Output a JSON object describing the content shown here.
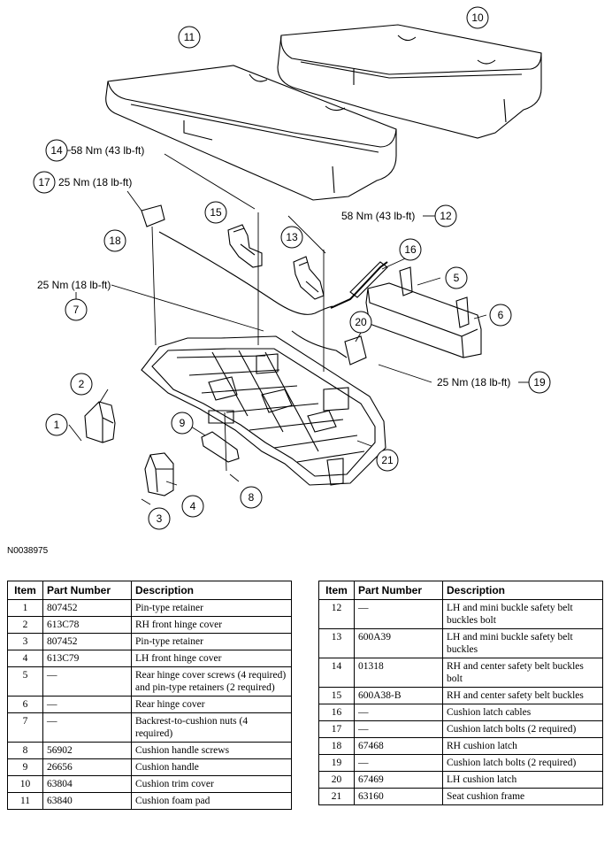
{
  "figure_id": "N0038975",
  "callouts": [
    "1",
    "2",
    "3",
    "4",
    "5",
    "6",
    "7",
    "8",
    "9",
    "10",
    "11",
    "12",
    "13",
    "14",
    "15",
    "16",
    "17",
    "18",
    "19",
    "20",
    "21"
  ],
  "torque_labels": {
    "c14": "58 Nm (43 lb-ft)",
    "c17": "25 Nm (18 lb-ft)",
    "c12": "58 Nm (43 lb-ft)",
    "c7": "25 Nm (18 lb-ft)",
    "c19": "25 Nm (18 lb-ft)"
  },
  "table_headers": {
    "item": "Item",
    "part_number": "Part Number",
    "description": "Description"
  },
  "table_left": [
    {
      "item": "1",
      "part": "807452",
      "desc": "Pin-type retainer"
    },
    {
      "item": "2",
      "part": "613C78",
      "desc": "RH front hinge cover"
    },
    {
      "item": "3",
      "part": "807452",
      "desc": "Pin-type retainer"
    },
    {
      "item": "4",
      "part": "613C79",
      "desc": "LH front hinge cover"
    },
    {
      "item": "5",
      "part": "—",
      "desc": "Rear hinge cover screws (4 required) and pin-type retainers (2 required)"
    },
    {
      "item": "6",
      "part": "—",
      "desc": "Rear hinge cover"
    },
    {
      "item": "7",
      "part": "—",
      "desc": "Backrest-to-cushion nuts (4 required)"
    },
    {
      "item": "8",
      "part": "56902",
      "desc": "Cushion handle screws"
    },
    {
      "item": "9",
      "part": "26656",
      "desc": "Cushion handle"
    },
    {
      "item": "10",
      "part": "63804",
      "desc": "Cushion trim cover"
    },
    {
      "item": "11",
      "part": "63840",
      "desc": "Cushion foam pad"
    }
  ],
  "table_right": [
    {
      "item": "12",
      "part": "—",
      "desc": "LH and mini buckle safety belt buckles bolt"
    },
    {
      "item": "13",
      "part": "600A39",
      "desc": "LH and mini buckle safety belt buckles"
    },
    {
      "item": "14",
      "part": "01318",
      "desc": "RH and center safety belt buckles bolt"
    },
    {
      "item": "15",
      "part": "600A38-B",
      "desc": "RH and center safety belt buckles"
    },
    {
      "item": "16",
      "part": "—",
      "desc": "Cushion latch cables"
    },
    {
      "item": "17",
      "part": "—",
      "desc": "Cushion latch bolts (2 required)"
    },
    {
      "item": "18",
      "part": "67468",
      "desc": "RH cushion latch"
    },
    {
      "item": "19",
      "part": "—",
      "desc": "Cushion latch bolts (2 required)"
    },
    {
      "item": "20",
      "part": "67469",
      "desc": "LH cushion latch"
    },
    {
      "item": "21",
      "part": "63160",
      "desc": "Seat cushion frame"
    }
  ]
}
